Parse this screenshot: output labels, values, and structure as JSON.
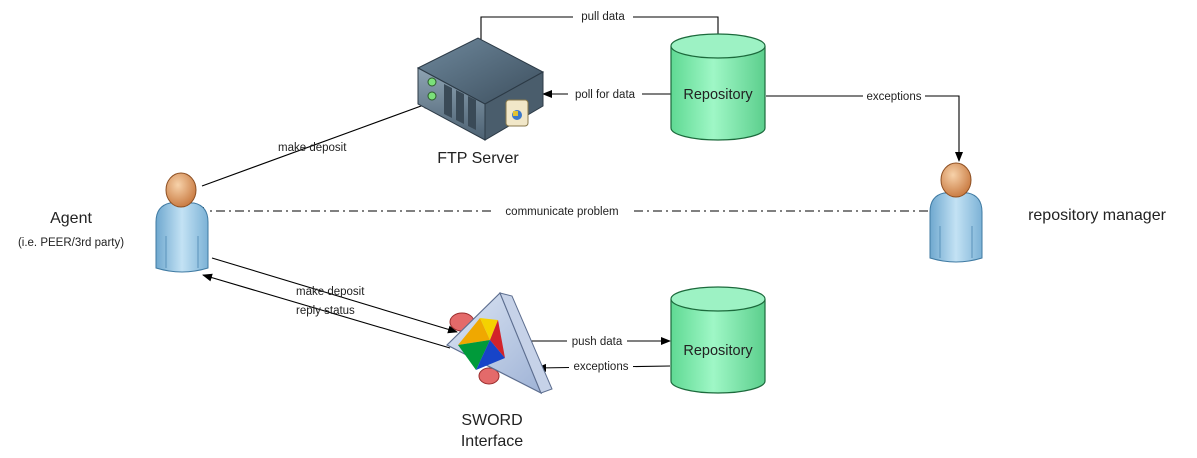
{
  "nodes": {
    "ftp_server": {
      "label": "FTP Server"
    },
    "repository_top": {
      "label": "Repository"
    },
    "repository_bottom": {
      "label": "Repository"
    },
    "agent": {
      "label": "Agent",
      "sublabel": "(i.e. PEER/3rd party)"
    },
    "repository_manager": {
      "label": "repository manager"
    },
    "sword": {
      "label_line1": "SWORD",
      "label_line2": "Interface"
    }
  },
  "edges": {
    "pull_data": "pull data",
    "poll_for_data": "poll for data",
    "exceptions_top": "exceptions",
    "make_deposit_ftp": "make deposit",
    "communicate_problem": "communicate problem",
    "make_deposit_sword": "make deposit",
    "reply_status": "reply status",
    "push_data": "push data",
    "exceptions_bottom": "exceptions"
  },
  "colors": {
    "repository_fill": "#7fefb1",
    "person_body": "#a9cfe7",
    "person_head": "#e8a46c",
    "server_body": "#6f8596"
  }
}
